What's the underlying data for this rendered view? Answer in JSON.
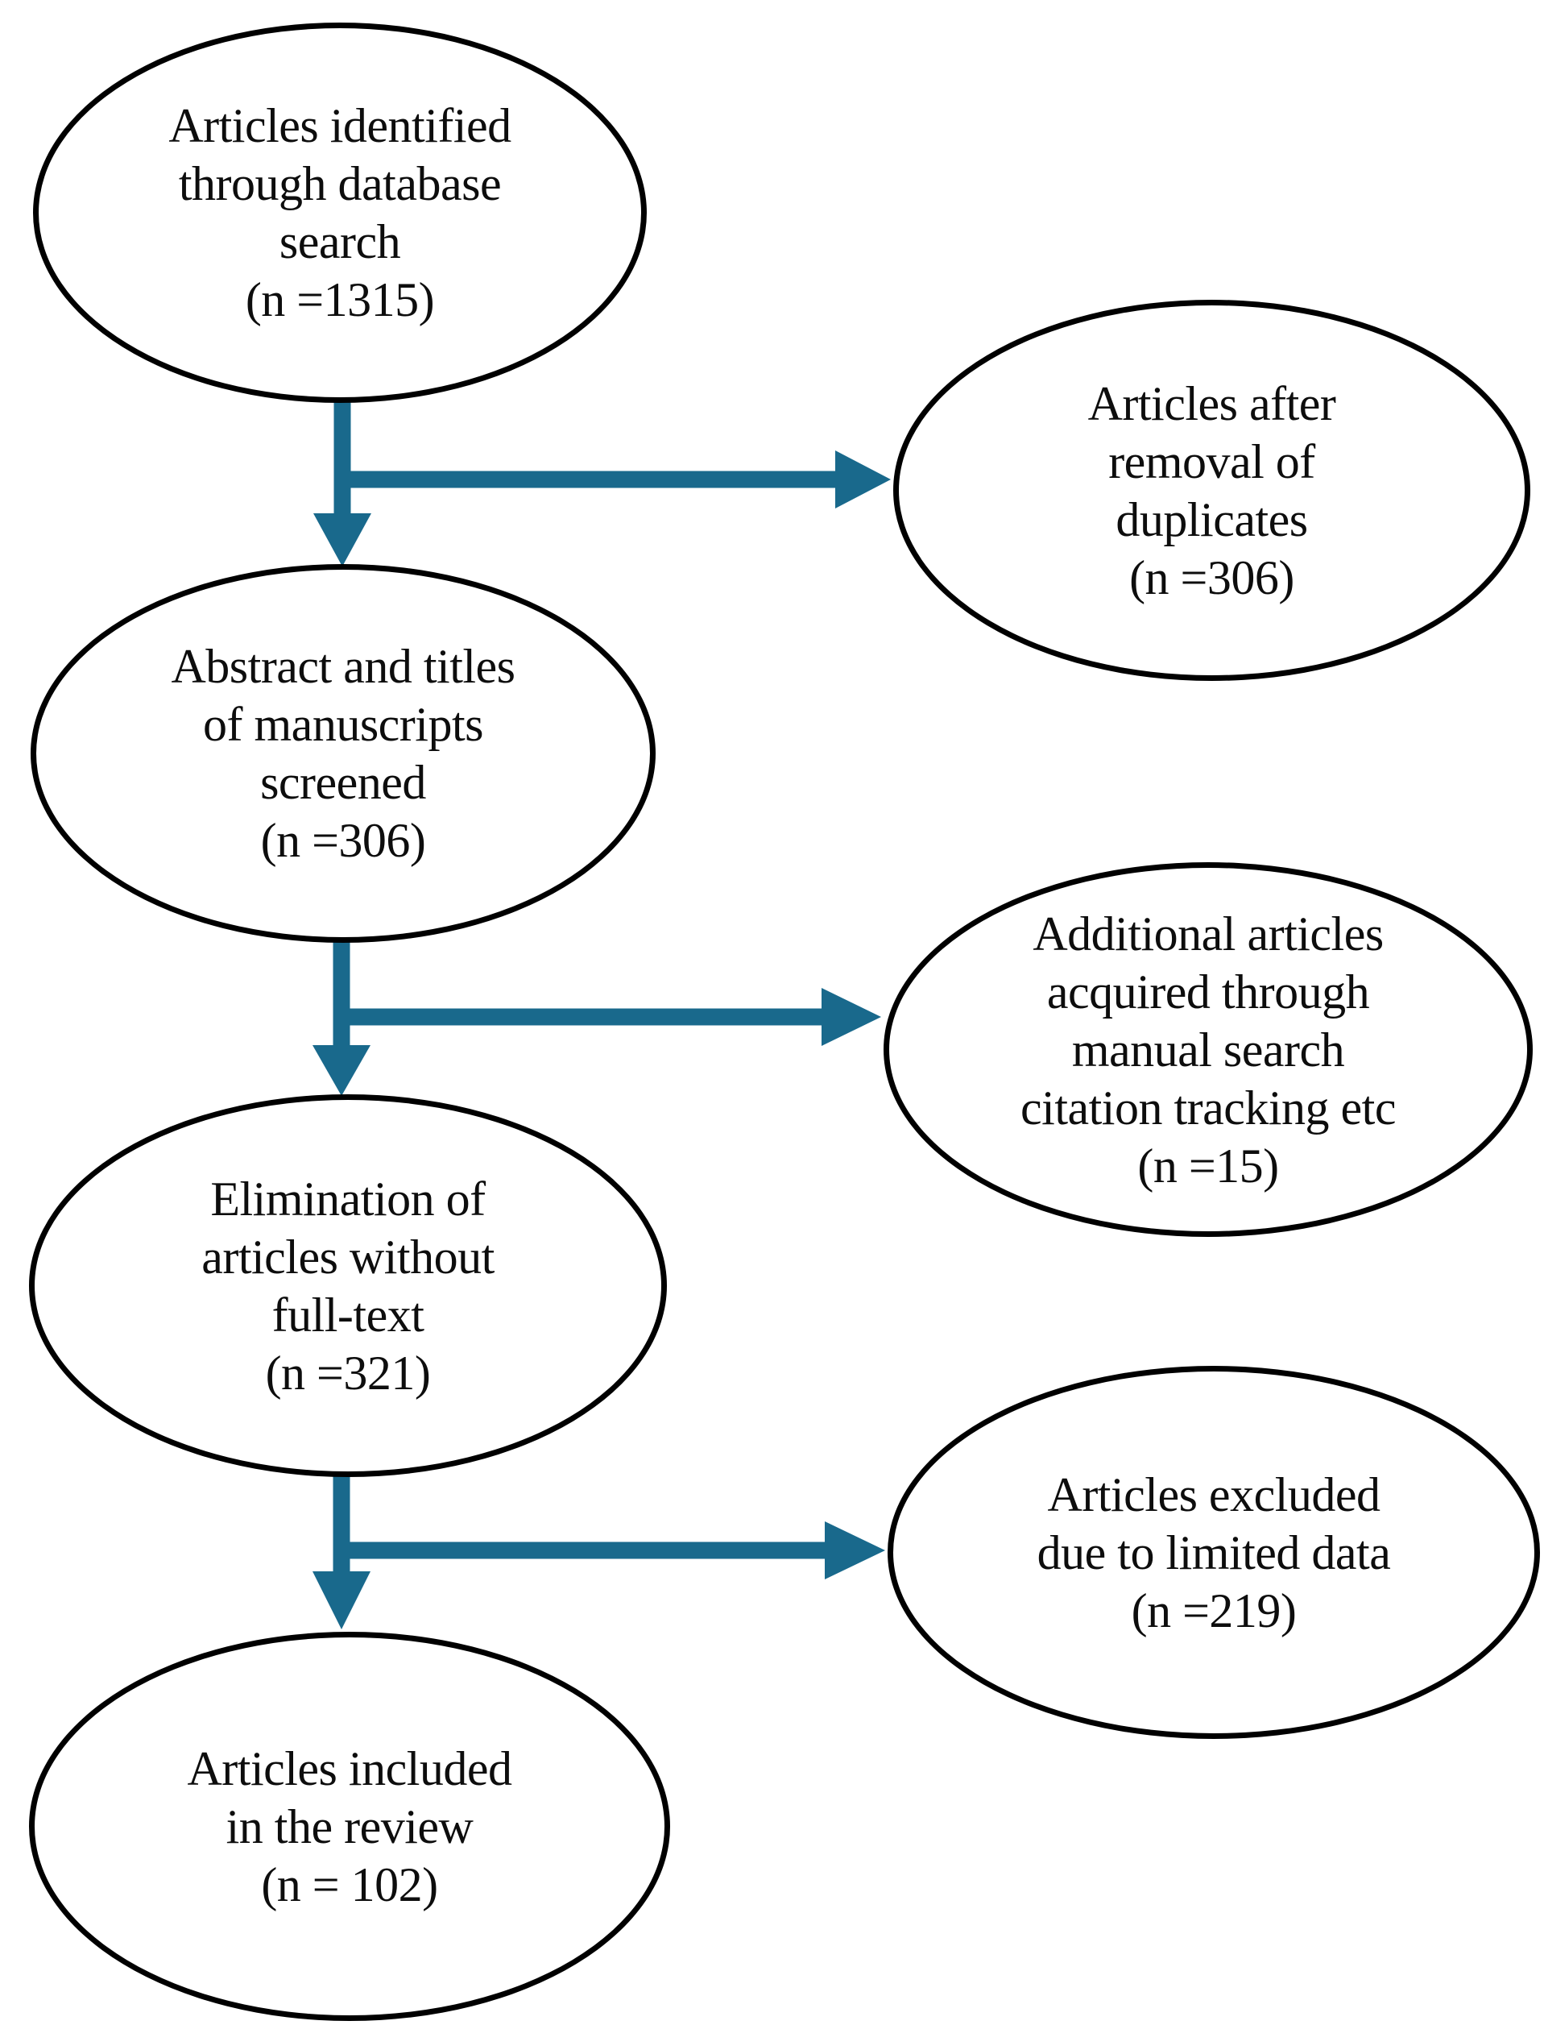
{
  "colors": {
    "arrow": "#19698C",
    "outline": "#000000",
    "text": "#0D0D0D",
    "background": "#FFFFFF"
  },
  "nodes": {
    "identified": {
      "label": "Articles identified\nthrough database\nsearch\n(n =1315)",
      "count": 1315
    },
    "duplicates": {
      "label": "Articles after\nremoval of\nduplicates\n(n =306)",
      "count": 306
    },
    "screened": {
      "label": "Abstract and titles\nof manuscripts\nscreened\n(n =306)",
      "count": 306
    },
    "additional": {
      "label": "Additional articles\nacquired through\nmanual search\ncitation tracking etc\n(n =15)",
      "count": 15
    },
    "elimination": {
      "label": "Elimination of\narticles without\nfull-text\n(n =321)",
      "count": 321
    },
    "excluded": {
      "label": "Articles excluded\ndue to limited data\n(n =219)",
      "count": 219
    },
    "included": {
      "label": "Articles included\nin the review\n(n = 102)",
      "count": 102
    }
  },
  "edges": [
    {
      "from": "identified",
      "to": "duplicates"
    },
    {
      "from": "identified",
      "to": "screened"
    },
    {
      "from": "screened",
      "to": "additional"
    },
    {
      "from": "screened",
      "to": "elimination"
    },
    {
      "from": "elimination",
      "to": "excluded"
    },
    {
      "from": "elimination",
      "to": "included"
    }
  ]
}
